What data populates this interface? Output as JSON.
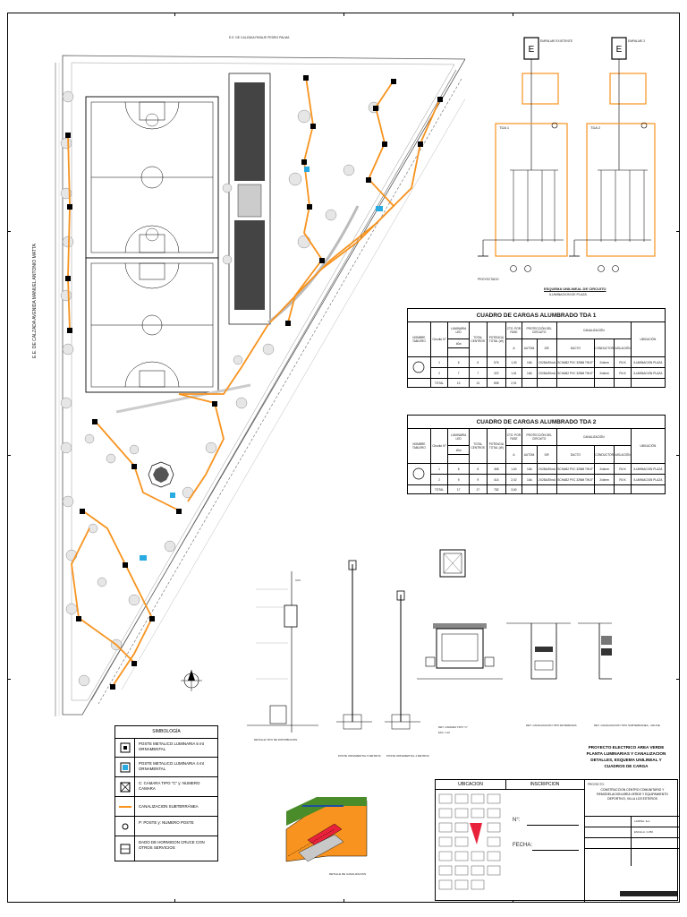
{
  "plan": {
    "street_left": "E.E. DE CALZADA AVENIDA MANUEL ANTONIO MATTA",
    "street_top": "E.E. DE CALZADA PASAJE PEDRO PALMA"
  },
  "schematic": {
    "tda1": "TDA 1",
    "tda2": "TDA 2",
    "empalme1": "EMPALME EXISTENTE",
    "empalme2": "EMPALME 2",
    "title": "ESQUEMA UNILINEAL DE CIRCUITO",
    "subtitle": "ILUMINACION DE PLAZA",
    "e_label": "E",
    "proyectado": "PROYECTADO"
  },
  "load_tables": [
    {
      "title": "CUADRO DE CARGAS ALUMBRADO    TDA 1",
      "headers": {
        "nombre_tablero": "NOMBRE TABLERO",
        "circuito": "Circuito N°",
        "luminaria": "LUMINARIA LED",
        "watts": "40w",
        "total_centros": "TOTAL CENTROS",
        "potencia_total": "POTENCIA TOTAL (W)",
        "cto_fase": "CTO. POR FASE",
        "proteccion": "PROTECCIÓN DEL CIRCUITO",
        "canalizacion": "CANALIZACIÓN",
        "ubicacion": "UBICACIÓN",
        "amp": "A",
        "autom": "AUTOM.",
        "dif": "DIF.",
        "ducto": "DUCTO",
        "conductor": "CONDUCTOR",
        "aislacion": "AISLACIÓN"
      },
      "rows": [
        {
          "circ": "1",
          "lum": "6",
          "centros": "6",
          "pot": "576",
          "a": "1,30",
          "autom": "16A",
          "dif": "2X25A/30mA",
          "ducto": "SCHAB2 PVC 32MM TW-E°",
          "cond": "2x4mm",
          "ais": "RV-K",
          "ubic": "ILUMINACION PLAZA"
        },
        {
          "circ": "2",
          "lum": "7",
          "centros": "7",
          "pot": "322",
          "a": "1,61",
          "autom": "16A",
          "dif": "2X25A/30mA",
          "ducto": "SCHAB2 PVC 32MM TW-E°",
          "cond": "2x4mm",
          "ais": "RV-K",
          "ubic": "ILUMINACION PLAZA"
        }
      ],
      "total": {
        "label": "TOTAL",
        "lum": "13",
        "centros": "13",
        "pot": "898",
        "a": "2,91"
      }
    },
    {
      "title": "CUADRO DE CARGAS ALUMBRADO    TDA 2",
      "headers": {
        "nombre_tablero": "NOMBRE TABLERO",
        "circuito": "Circuito N°",
        "luminaria": "LUMINARIA LED",
        "watts": "40w",
        "total_centros": "TOTAL CENTROS",
        "potencia_total": "POTENCIA TOTAL (W)",
        "cto_fase": "CTO. POR FASE",
        "proteccion": "PROTECCIÓN DEL CIRCUITO",
        "canalizacion": "CANALIZACIÓN",
        "ubicacion": "UBICACIÓN",
        "amp": "A",
        "autom": "AUTOM.",
        "dif": "DIF.",
        "ducto": "DUCTO",
        "conductor": "CONDUCTOR",
        "aislacion": "AISLACIÓN"
      },
      "rows": [
        {
          "circ": "1",
          "lum": "8",
          "centros": "8",
          "pot": "368",
          "a": "1,60",
          "autom": "16A",
          "dif": "2X25A/30mA",
          "ducto": "SCHAB2 PVC 32MM TW-E°",
          "cond": "2x4mm",
          "ais": "RV-K",
          "ubic": "ILUMINACION PLAZA"
        },
        {
          "circ": "2",
          "lum": "9",
          "centros": "9",
          "pot": "414",
          "a": "2,02",
          "autom": "16A",
          "dif": "2X25A/30mA",
          "ducto": "SCHAB2 PVC 32MM TW-E°",
          "cond": "2x4mm",
          "ais": "RV-K",
          "ubic": "ILUMINACION PLAZA"
        }
      ],
      "total": {
        "label": "TOTAL",
        "lum": "17",
        "centros": "17",
        "pot": "782",
        "a": "3,60"
      }
    }
  ],
  "details": {
    "d1": "DETALLE TIPO DE DISTRIBUCION",
    "d2": "POSTE ORNAMENTAL 5 METROS",
    "d3": "POSTE ORNAMENTAL 4 METROS",
    "d4": "DET. CAMARA TIPO \"C\"",
    "d5": "DET. CANALIZACION TIPO ENTERRADA",
    "d6": "DET. CANALIZACION TIPO SUBTERRANEA - CRUCE",
    "d7": "DETALLE DE CANALIZACION",
    "esc": "ESC: 1:10"
  },
  "project_title": [
    "PROYECTO ELECTRICO AREA VERDE",
    "PLANTA LUMINARIAS Y CANALIZACION",
    "DETALLES, ESQUEMA UNILINEAL Y",
    "CUADROS DE CARGA"
  ],
  "legend": {
    "title": "SIMBOLOGÍA",
    "items": [
      {
        "icon": "pole-5m-icon",
        "label": "POSTE METALICO LUMINARIA 5 mt ORNAMENTAL"
      },
      {
        "icon": "pole-4m-icon",
        "label": "POSTE METALICO LUMINARIA 4 mt ORNAMENTAL"
      },
      {
        "icon": "camera-icon",
        "label": "C: CAMARA TIPO \"C\" y: NUMERO CAMARA"
      },
      {
        "icon": "conduit-icon",
        "label": "CANALIZACION SUBTERRÁNEA"
      },
      {
        "icon": "post-icon",
        "label": "P: POSTE y: NUMERO POSTE"
      },
      {
        "icon": "concrete-block-icon",
        "label": "DADO DE HORMIGON CRUCE CON OTROS SERVICIOS"
      }
    ]
  },
  "title_block": {
    "ubicacion": "UBICACION",
    "inscripcion": "INSCRIPCION",
    "numero": "N°:",
    "fecha": "FECHA:",
    "proyecto_label": "PROYECTO:",
    "proyecto": "CONSTRUCCION CENTRO COMUNITARIO Y REMODELACION AREA VERDE Y EQUIPAMIENTO DEPORTIVO, VILLA LOS ESTEROS",
    "lamina": "LAMINA: E-1",
    "escala": "ESCALA: 1:250"
  },
  "colors": {
    "conduit": "#f7931e",
    "pole": "#29abe2",
    "ground": "#4a8c2a",
    "accent_red": "#e8223a"
  }
}
